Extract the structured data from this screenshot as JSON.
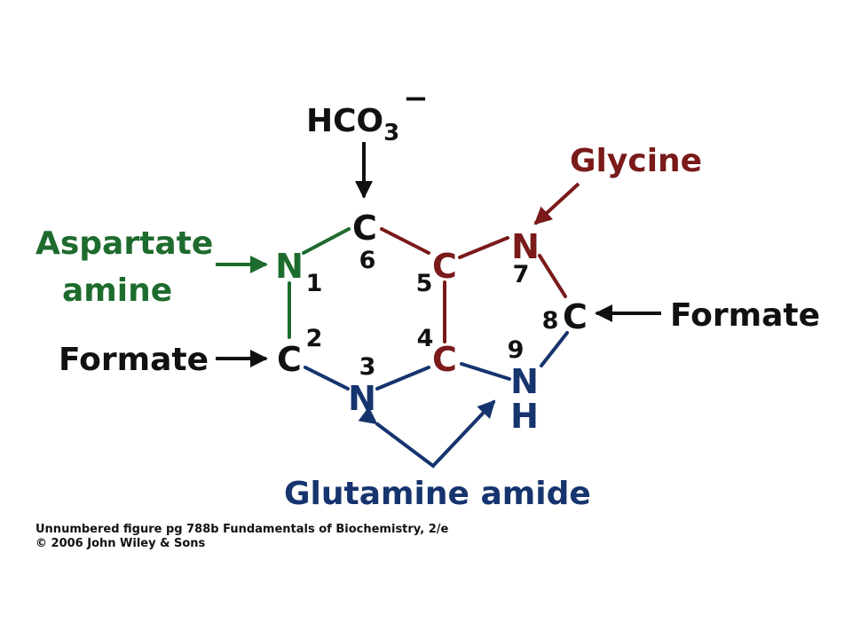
{
  "colors": {
    "green": "#1e6b2e",
    "red": "#7a1a1a",
    "blue": "#16346e",
    "black": "#111111"
  },
  "bicarbonate": {
    "base": "HCO",
    "subscript": "3",
    "charge": "−"
  },
  "atoms": {
    "c6": "C",
    "n1": "N",
    "c5": "C",
    "n7": "N",
    "c8": "C",
    "c2": "C",
    "c4": "C",
    "n3": "N",
    "n9": "N",
    "h9": "H"
  },
  "numbers": {
    "n1": "1",
    "n2": "2",
    "n3": "3",
    "n4": "4",
    "n5": "5",
    "n6": "6",
    "n7": "7",
    "n8": "8",
    "n9": "9"
  },
  "sources": {
    "glycine": "Glycine",
    "aspartate_line1": "Aspartate",
    "aspartate_line2": "amine",
    "formate_left": "Formate",
    "formate_right": "Formate",
    "glutamine": "Glutamine amide"
  },
  "caption": {
    "line1": "Unnumbered figure pg 788b  Fundamentals of Biochemistry, 2/e",
    "line2": "© 2006 John Wiley & Sons"
  }
}
